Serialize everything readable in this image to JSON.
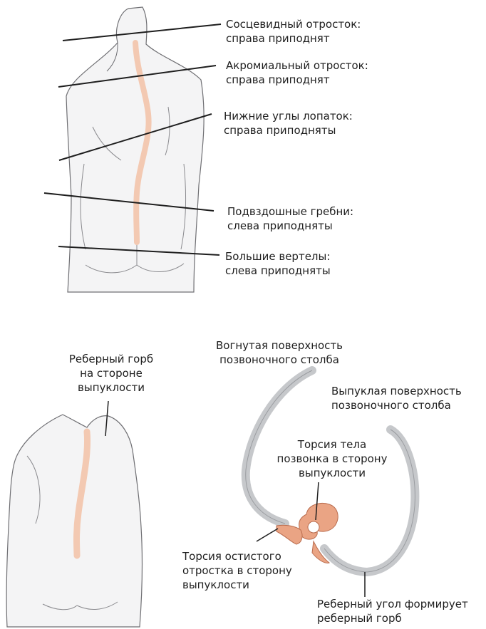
{
  "colors": {
    "skin_fill": "#f4f4f5",
    "outline": "#6f6f73",
    "spine": "#f3c9b2",
    "rib_bone": "#c6c8cb",
    "vertebra": "#eaa484",
    "line": "#1e1e1e"
  },
  "top_labels": [
    {
      "l1": "Сосцевидный отросток:",
      "l2": "справа приподнят"
    },
    {
      "l1": "Акромиальный отросток:",
      "l2": "справа приподнят"
    },
    {
      "l1": "Нижние углы лопаток:",
      "l2": "справа приподняты"
    },
    {
      "l1": "Подвздошные гребни:",
      "l2": "слева приподняты"
    },
    {
      "l1": "Большие вертелы:",
      "l2": "слева приподняты"
    }
  ],
  "bottom_labels": {
    "rib_hump": {
      "l1": "Реберный горб",
      "l2": "на стороне",
      "l3": "выпуклости"
    },
    "concave": {
      "l1": "Вогнутая поверхность",
      "l2": "позвоночного столба"
    },
    "convex": {
      "l1": "Выпуклая поверхность",
      "l2": "позвоночного столба"
    },
    "body_torsion": {
      "l1": "Торсия тела",
      "l2": "позвонка в сторону",
      "l3": "выпуклости"
    },
    "spinous_torsion": {
      "l1": "Торсия остистого",
      "l2": "отростка в сторону",
      "l3": "выпуклости"
    },
    "rib_angle": {
      "l1": "Реберный угол формирует",
      "l2": "реберный горб"
    }
  }
}
